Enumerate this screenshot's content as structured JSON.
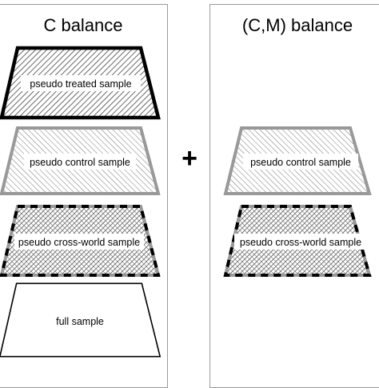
{
  "left_panel": {
    "title": "C balance",
    "layers": [
      {
        "label": "pseudo treated sample"
      },
      {
        "label": "pseudo control sample"
      },
      {
        "label": "pseudo cross-world sample"
      },
      {
        "label": "full sample"
      }
    ]
  },
  "operator": "+",
  "right_panel": {
    "title": "(C,M) balance",
    "layers": [
      {
        "label": "pseudo control sample"
      },
      {
        "label": "pseudo cross-world sample"
      }
    ]
  },
  "colors": {
    "treated_border": "#000000",
    "control_border": "#9a9a9a",
    "crossworld_dash": "#000000",
    "full_border": "#000000",
    "hatch": "#555555"
  }
}
